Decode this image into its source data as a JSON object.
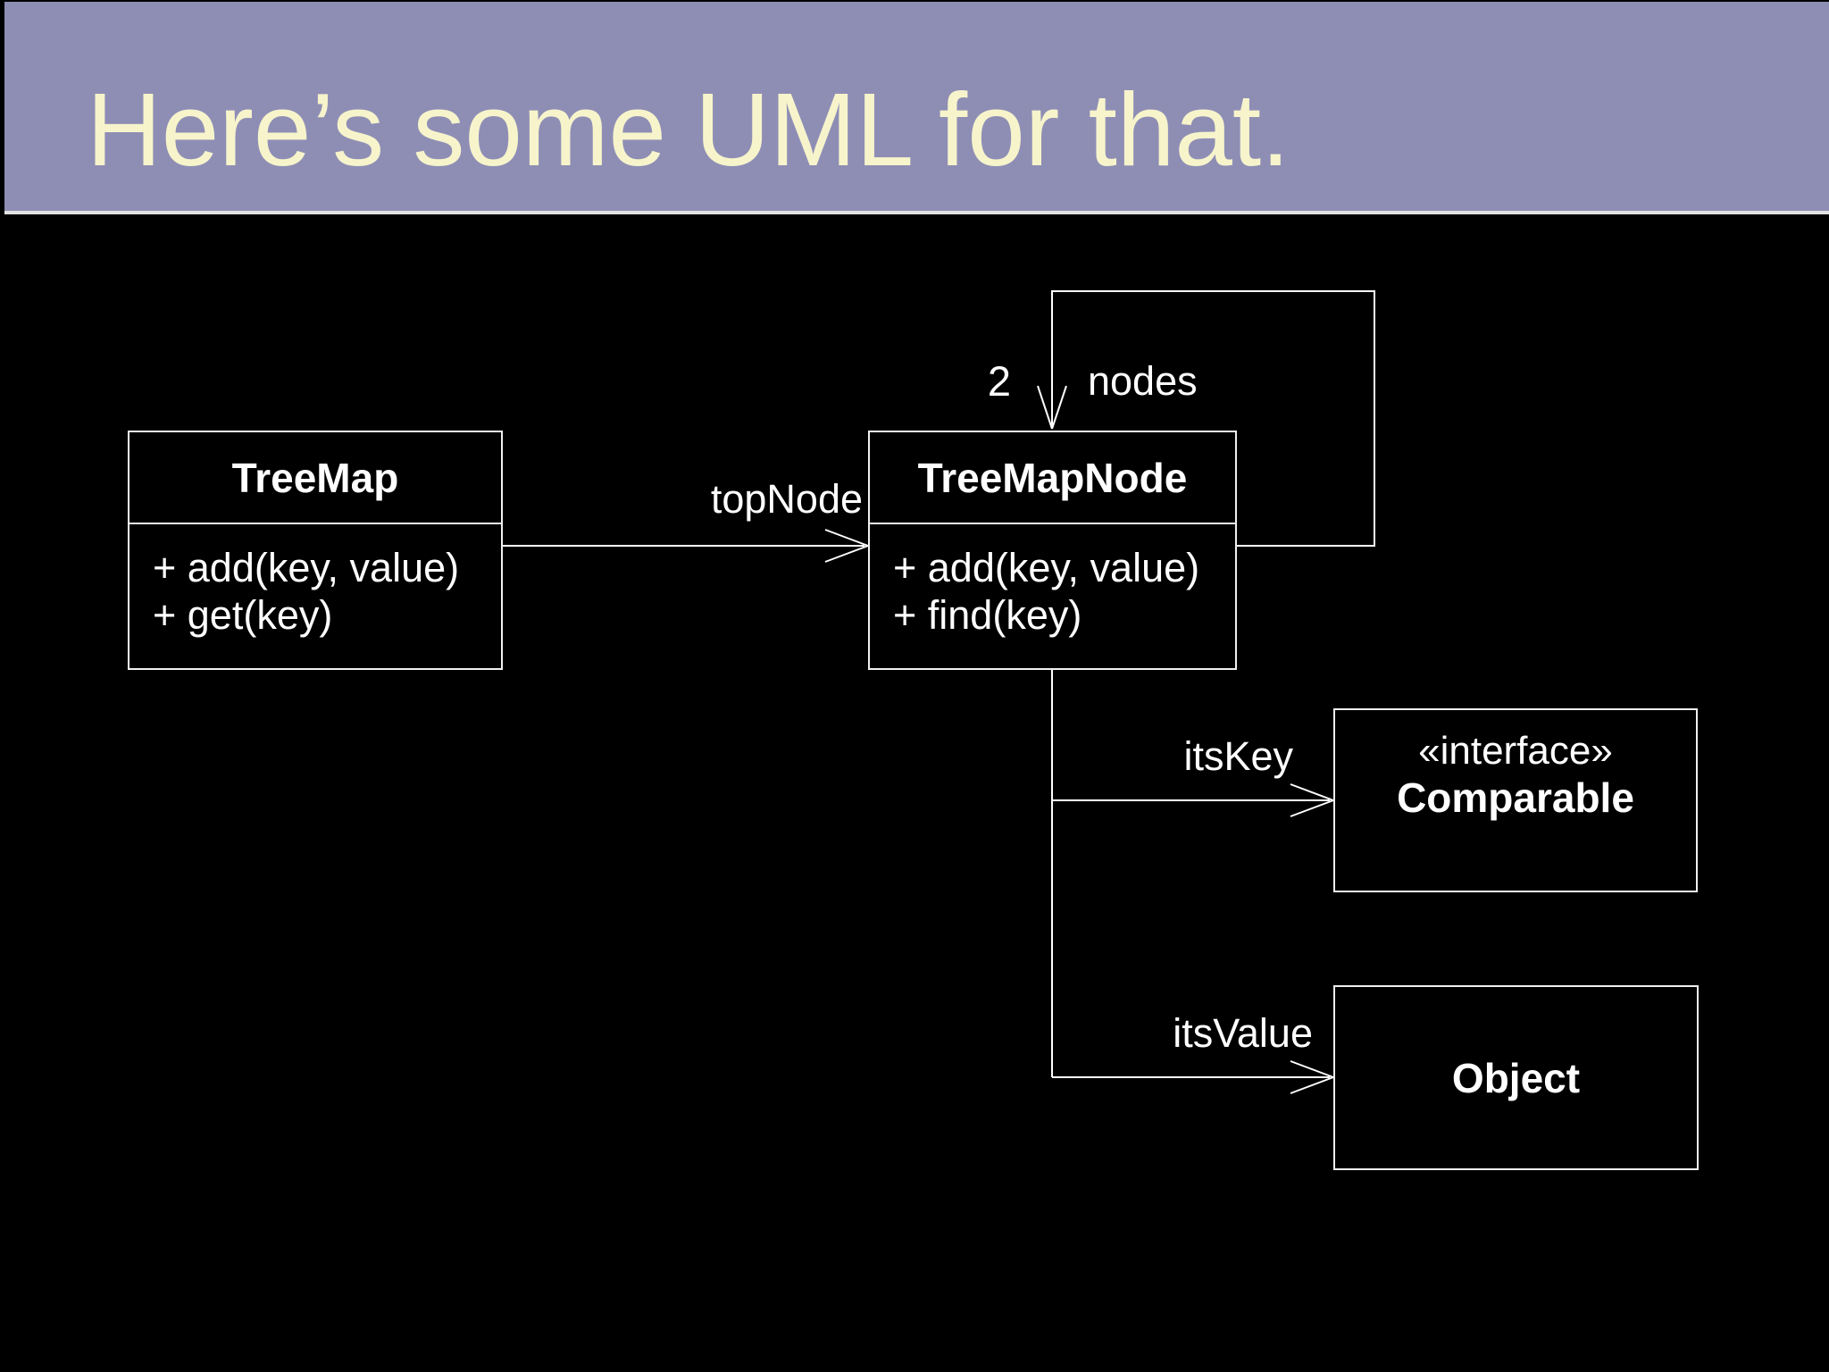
{
  "slide": {
    "title": "Here’s some UML for that.",
    "background_color": "#000000",
    "header": {
      "bg_color": "#8e8eb5",
      "title_color": "#f7f4cc",
      "bottom_border_color": "#e2e2e2"
    }
  },
  "diagram": {
    "line_color": "#ffffff",
    "classes": [
      {
        "name": "TreeMap",
        "methods": [
          "+ add(key, value)",
          "+ get(key)"
        ]
      },
      {
        "name": "TreeMapNode",
        "methods": [
          "+ add(key, value)",
          "+ find(key)"
        ]
      },
      {
        "stereotype": "«interface»",
        "name": "Comparable"
      },
      {
        "name": "Object"
      }
    ],
    "associations": [
      {
        "label": "topNode",
        "from": "TreeMap",
        "to": "TreeMapNode"
      },
      {
        "label": "nodes",
        "multiplicity": "2",
        "from": "TreeMapNode",
        "to": "TreeMapNode"
      },
      {
        "label": "itsKey",
        "from": "TreeMapNode",
        "to": "Comparable"
      },
      {
        "label": "itsValue",
        "from": "TreeMapNode",
        "to": "Object"
      }
    ]
  }
}
